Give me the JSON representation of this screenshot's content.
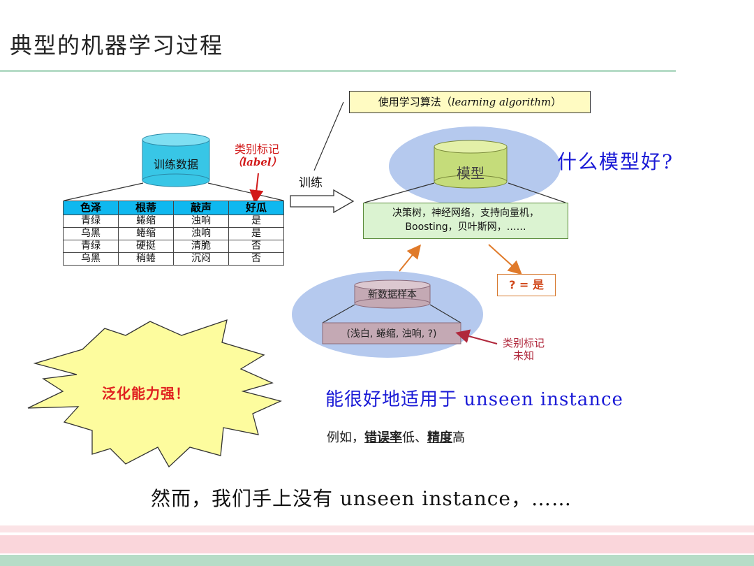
{
  "title": "典型的机器学习过程",
  "training_db": {
    "label": "训练数据",
    "class_label": "类别标记",
    "class_label_en": "（label）"
  },
  "table": {
    "headers": [
      "色泽",
      "根蒂",
      "敲声",
      "好瓜"
    ],
    "rows": [
      [
        "青绿",
        "蜷缩",
        "浊响",
        "是"
      ],
      [
        "乌黑",
        "蜷缩",
        "浊响",
        "是"
      ],
      [
        "青绿",
        "硬挺",
        "清脆",
        "否"
      ],
      [
        "乌黑",
        "稍蜷",
        "沉闷",
        "否"
      ]
    ]
  },
  "train_arrow_label": "训练",
  "algorithm_box": {
    "prefix": "使用学习算法（",
    "italic": "learning algorithm",
    "suffix": "）"
  },
  "model": {
    "label": "模型",
    "question": "什么模型好?",
    "examples_line1": "决策树，神经网络，支持向量机，",
    "examples_line2": "Boosting，贝叶斯网，……"
  },
  "new_sample": {
    "label": "新数据样本",
    "features": "(浅白, 蜷缩, 浊响, ?)",
    "unknown_label_1": "类别标记",
    "unknown_label_2": "未知"
  },
  "prediction": "? = 是",
  "generalization_burst": "泛化能力强！",
  "unseen": {
    "line": "能很好地适用于 unseen instance",
    "example_prefix": "例如，",
    "example_term1": "错误率",
    "example_mid": "低、",
    "example_term2": "精度",
    "example_suffix": "高"
  },
  "conclusion": "然而，我们手上没有 unseen instance，……"
}
